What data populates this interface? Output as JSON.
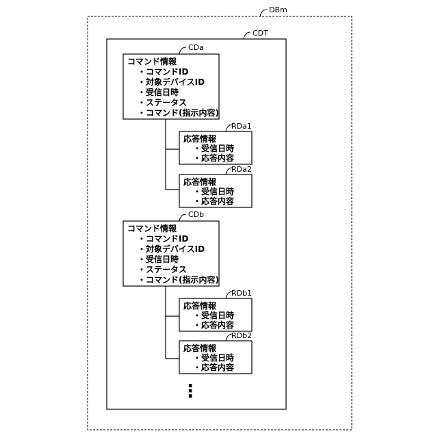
{
  "db_label": "DBm",
  "table_label": "CDT",
  "commands": [
    {
      "label": "CDa",
      "title": "コマンド情報",
      "items": [
        "・コマンドID",
        "・対象デバイスID",
        "・受信日時",
        "・ステータス",
        "・コマンド(指示内容)"
      ],
      "responses": [
        {
          "label": "RDa1",
          "title": "応答情報",
          "items": [
            "・受信日時",
            "・応答内容"
          ]
        },
        {
          "label": "RDa2",
          "title": "応答情報",
          "items": [
            "・受信日時",
            "・応答内容"
          ]
        }
      ]
    },
    {
      "label": "CDb",
      "title": "コマンド情報",
      "items": [
        "・コマンドID",
        "・対象デバイスID",
        "・受信日時",
        "・ステータス",
        "・コマンド(指示内容)"
      ],
      "responses": [
        {
          "label": "RDb1",
          "title": "応答情報",
          "items": [
            "・受信日時",
            "・応答内容"
          ]
        },
        {
          "label": "RDb2",
          "title": "応答情報",
          "items": [
            "・受信日時",
            "・応答内容"
          ]
        }
      ]
    }
  ],
  "continuation": "⋮"
}
